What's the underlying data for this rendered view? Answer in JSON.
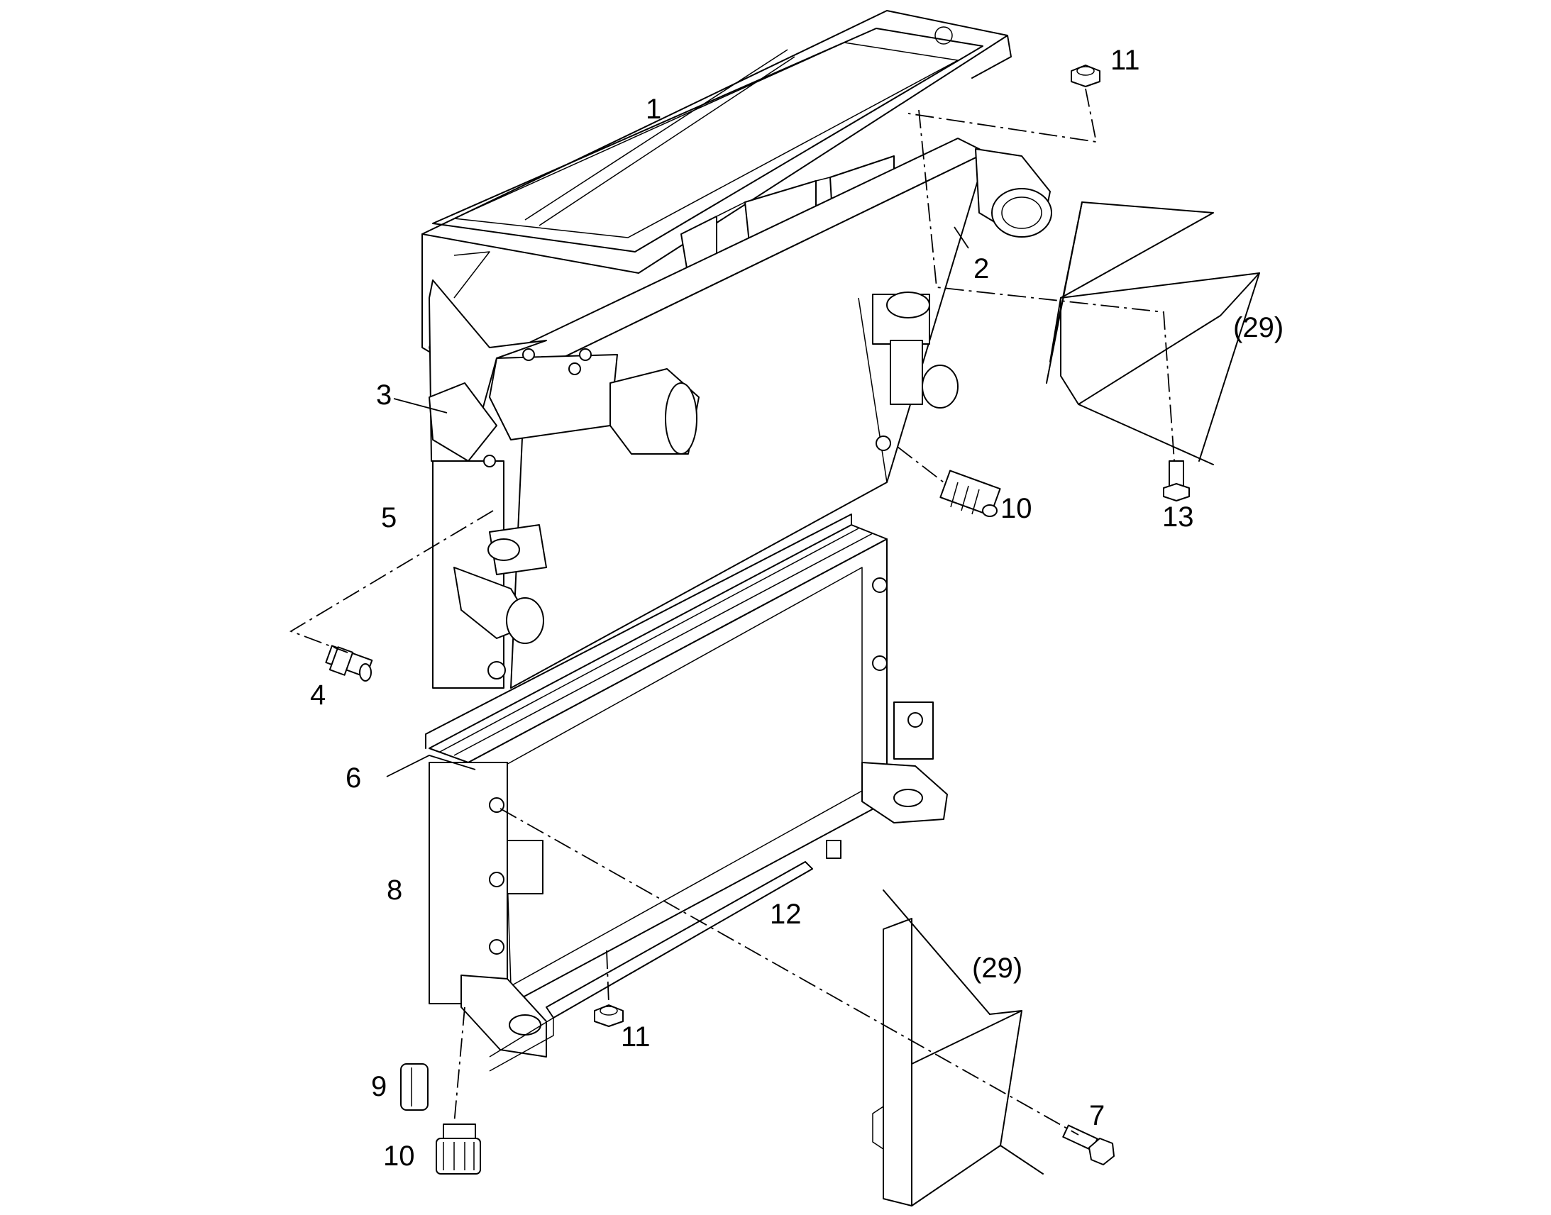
{
  "labels": {
    "p1": "1",
    "p2": "2",
    "p3": "3",
    "p4": "4",
    "p5": "5",
    "p6": "6",
    "p7": "7",
    "p8": "8",
    "p9": "9",
    "p10a": "10",
    "p10b": "10",
    "p11a": "11",
    "p11b": "11",
    "p12": "12",
    "p13": "13",
    "p29a": "(29)",
    "p29b": "(29)"
  }
}
